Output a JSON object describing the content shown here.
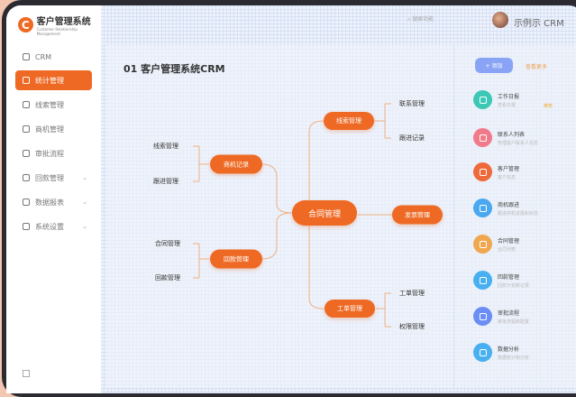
{
  "app": {
    "logo_letter": "C",
    "logo_title": "客户管理系统",
    "logo_subtitle": "Customer Relationship Management"
  },
  "sidebar": {
    "items": [
      {
        "label": "CRM"
      },
      {
        "label": "统计管理"
      },
      {
        "label": "线索管理"
      },
      {
        "label": "商机管理"
      },
      {
        "label": "审批流程"
      },
      {
        "label": "回款管理"
      },
      {
        "label": "数据报表"
      },
      {
        "label": "系统设置"
      }
    ]
  },
  "header": {
    "search_placeholder": "搜索功能",
    "user": "示例示 CRM"
  },
  "main": {
    "title": "01 客户管理系统CRM",
    "center": "合同管理",
    "branches": [
      "商机记录",
      "回款管理",
      "线索管理",
      "发票管理",
      "工单管理"
    ],
    "leaves": [
      "线索管理",
      "跟进管理",
      "合同管理",
      "回款管理",
      "联系管理",
      "跟进记录",
      "工单管理",
      "权限管理"
    ]
  },
  "right": {
    "button": "+ 添加",
    "orange": "查看更多",
    "tag": "推荐",
    "items": [
      {
        "name": "工作日报",
        "desc": "查看日报",
        "color": "#3cc8b4"
      },
      {
        "name": "联系人列表",
        "desc": "管理客户联系人信息",
        "color": "#f07a8a"
      },
      {
        "name": "客户管理",
        "desc": "客户信息",
        "color": "#ee6a3a"
      },
      {
        "name": "商机跟进",
        "desc": "跟进商机进展和状态",
        "color": "#4aa8f0"
      },
      {
        "name": "合同管理",
        "desc": "合同列表",
        "color": "#f0a850"
      },
      {
        "name": "回款管理",
        "desc": "回款计划和记录",
        "color": "#48b0f0"
      },
      {
        "name": "审批流程",
        "desc": "审批流程和配置",
        "color": "#6a8ef5"
      },
      {
        "name": "数据分析",
        "desc": "数据统计和分析",
        "color": "#48b0f0"
      }
    ]
  }
}
